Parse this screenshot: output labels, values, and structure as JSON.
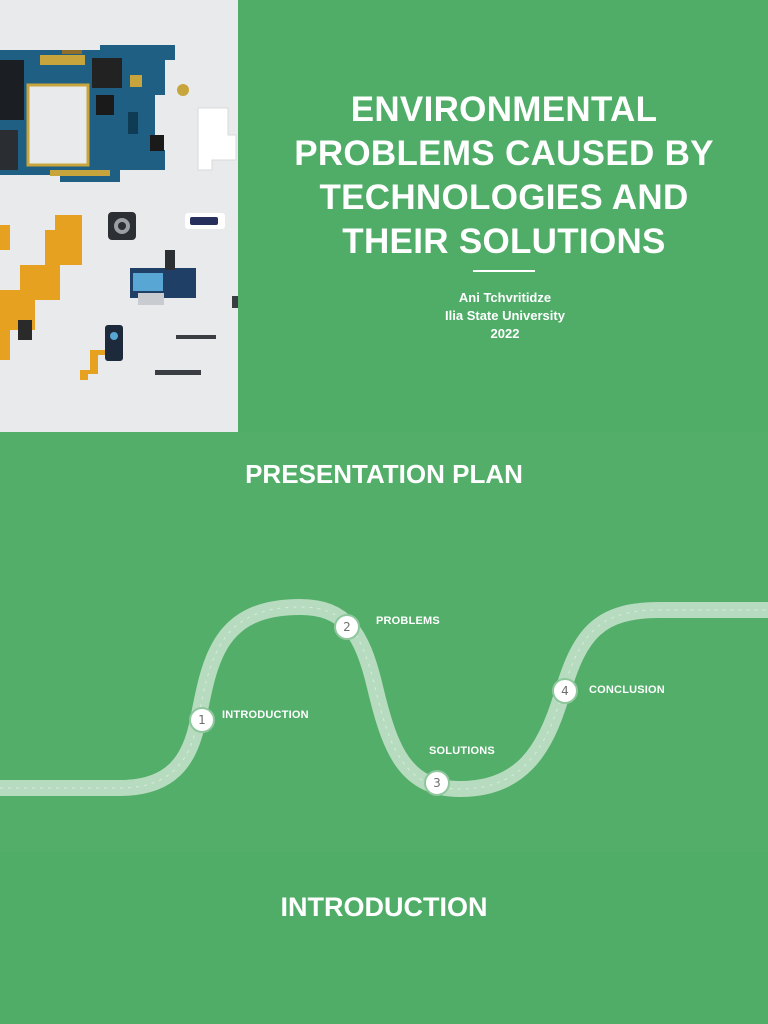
{
  "title_slide": {
    "title": "ENVIRONMENTAL PROBLEMS CAUSED BY TECHNOLOGIES AND THEIR SOLUTIONS",
    "author": "Ani Tchvritidze",
    "university": "Ilia State University",
    "year": "2022"
  },
  "plan_slide": {
    "heading": "PRESENTATION PLAN",
    "steps": [
      {
        "number": "1",
        "label": "INTRODUCTION"
      },
      {
        "number": "2",
        "label": "PROBLEMS"
      },
      {
        "number": "3",
        "label": "SOLUTIONS"
      },
      {
        "number": "4",
        "label": "CONCLUSION"
      }
    ]
  },
  "intro_slide": {
    "heading": "INTRODUCTION"
  },
  "colors": {
    "background": "#4fad68",
    "road": "#b9dcc0",
    "text": "#ffffff"
  }
}
